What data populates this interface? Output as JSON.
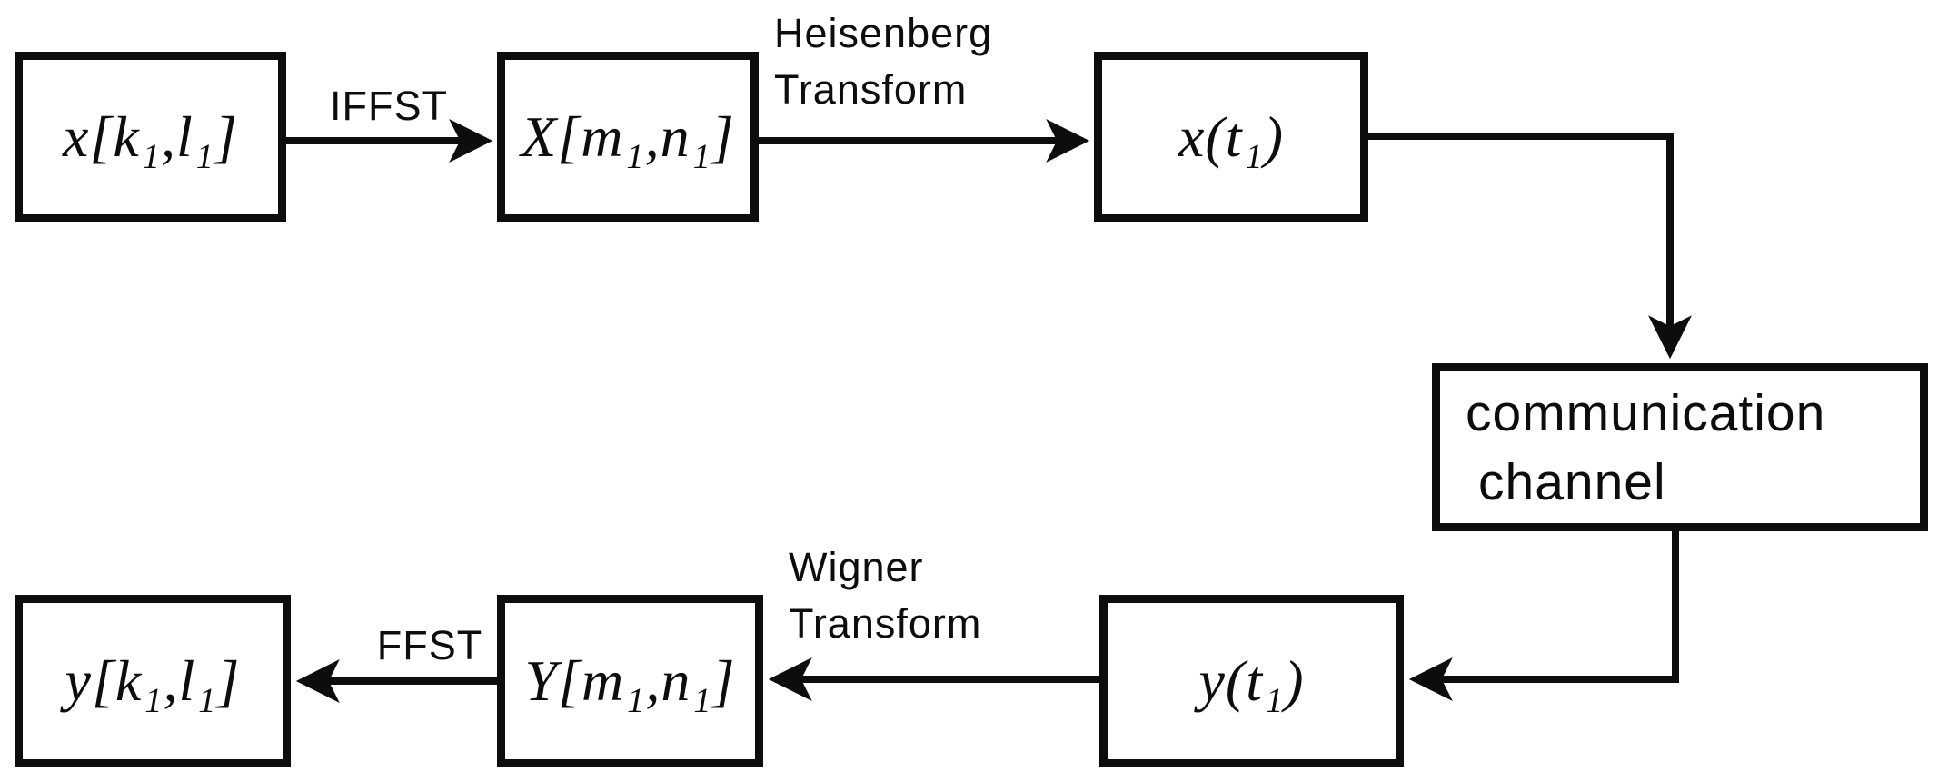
{
  "diagram": {
    "title": "signal flow block diagram",
    "background_color": "#ffffff",
    "line_color": "#0d0d0d",
    "text_color": "#0d0d0d",
    "boxes": [
      {
        "id": "x-kl",
        "label": "x[k₁,l₁]"
      },
      {
        "id": "X-mn",
        "label": "X[m₁,n₁]"
      },
      {
        "id": "x-t",
        "label": "x(t₁)"
      },
      {
        "id": "comm-channel",
        "label": "communication channel",
        "lines": [
          "communication",
          "channel"
        ]
      },
      {
        "id": "y-t",
        "label": "y(t₁)"
      },
      {
        "id": "Y-mn",
        "label": "Y[m₁,n₁]"
      },
      {
        "id": "y-kl",
        "label": "y[k₁,l₁]"
      }
    ],
    "edge_labels": [
      {
        "id": "iffst",
        "text": "IFFST"
      },
      {
        "id": "heisenberg",
        "line1": "Heisenberg",
        "line2": "Transform"
      },
      {
        "id": "wigner",
        "line1": "Wigner",
        "line2": "Transform"
      },
      {
        "id": "ffst",
        "text": "FFST"
      }
    ]
  }
}
